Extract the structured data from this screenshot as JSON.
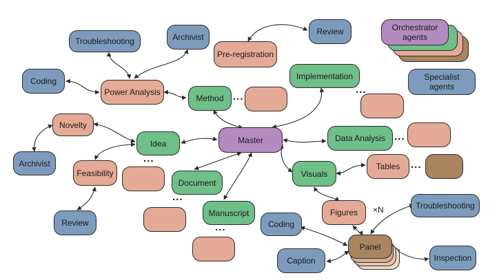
{
  "colors": {
    "blue": "#7d9cbd",
    "salmon": "#e5aa95",
    "green": "#6fbf88",
    "purple": "#b38bc0",
    "brown": "#aa8560",
    "stroke": "#2b2b2b"
  },
  "nodes": {
    "orchestrator": "Orchestrator\nagents",
    "specialist": "Specialist\nagents",
    "troubleshooting_top": "Troubleshooting",
    "archivist_top": "Archivist",
    "review_top": "Review",
    "pre_registration": "Pre-registration",
    "coding_left": "Coding",
    "power_analysis": "Power Analysis",
    "method": "Method",
    "implementation": "Implementation",
    "novelty": "Novelty",
    "idea": "Idea",
    "master": "Master",
    "data_analysis": "Data Analysis",
    "archivist_left": "Archivist",
    "feasibility": "Feasibility",
    "document": "Document",
    "visuals": "Visuals",
    "tables": "Tables",
    "manuscript": "Manuscript",
    "figures": "Figures",
    "review_bottom": "Review",
    "troubleshooting_right": "Troubleshooting",
    "coding_bottom": "Coding",
    "panel": "Panel",
    "caption": "Caption",
    "inspection": "Inspection",
    "multiplier": "×N",
    "ellipsis": "..."
  }
}
